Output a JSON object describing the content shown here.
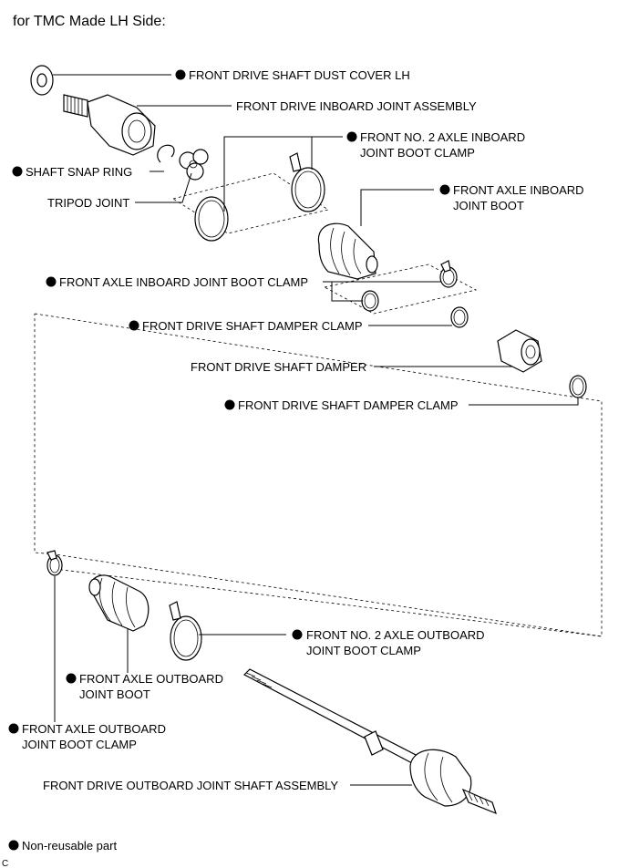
{
  "header": {
    "title": "for TMC Made LH Side:"
  },
  "labels": {
    "dust_cover": "FRONT DRIVE SHAFT DUST COVER LH",
    "inboard_joint_assembly": "FRONT DRIVE INBOARD JOINT ASSEMBLY",
    "no2_inboard_clamp_line1": "FRONT NO. 2 AXLE INBOARD",
    "no2_inboard_clamp_line2": "JOINT BOOT CLAMP",
    "snap_ring": "SHAFT SNAP RING",
    "tripod_joint": "TRIPOD JOINT",
    "inboard_boot_line1": "FRONT AXLE INBOARD",
    "inboard_boot_line2": "JOINT BOOT",
    "inboard_boot_clamp": "FRONT AXLE INBOARD JOINT BOOT CLAMP",
    "damper_clamp_1": "FRONT DRIVE SHAFT DAMPER CLAMP",
    "damper": "FRONT DRIVE SHAFT DAMPER",
    "damper_clamp_2": "FRONT DRIVE SHAFT DAMPER CLAMP",
    "no2_outboard_clamp_line1": "FRONT NO. 2 AXLE OUTBOARD",
    "no2_outboard_clamp_line2": "JOINT BOOT CLAMP",
    "outboard_boot_line1": "FRONT AXLE OUTBOARD",
    "outboard_boot_line2": "JOINT BOOT",
    "outboard_boot_clamp_line1": "FRONT AXLE OUTBOARD",
    "outboard_boot_clamp_line2": "JOINT BOOT CLAMP",
    "outboard_shaft_assembly": "FRONT DRIVE OUTBOARD JOINT SHAFT ASSEMBLY"
  },
  "legend": {
    "non_reusable": "Non-reusable part"
  },
  "figure_code": "C"
}
